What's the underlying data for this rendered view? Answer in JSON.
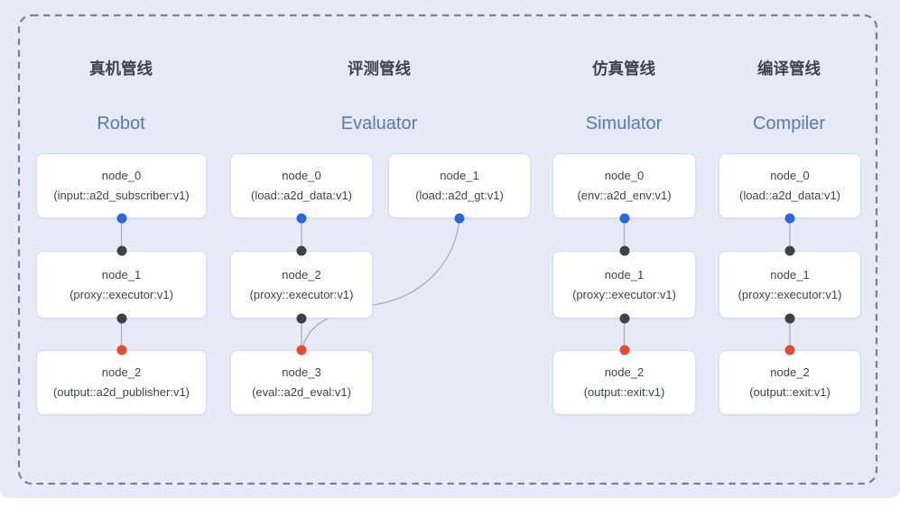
{
  "colors": {
    "background": "#e7ebf8",
    "dashed_border": "#7b8191",
    "title_zh": "#3d4350",
    "title_en": "#5678c3",
    "node_border": "#d8dce6",
    "node_bg": "#ffffff",
    "node_text": "#3e4450",
    "edge": "#a9afbb",
    "port_input": "#2b67e5",
    "port_mid": "#3f4147",
    "port_output": "#e84a2e"
  },
  "pipelines": [
    {
      "title_zh": "真机管线",
      "title_en": "Robot",
      "nodes": [
        {
          "name": "node_0",
          "type": "(input::a2d_subscriber:v1)"
        },
        {
          "name": "node_1",
          "type": "(proxy::executor:v1)"
        },
        {
          "name": "node_2",
          "type": "(output::a2d_publisher:v1)"
        }
      ]
    },
    {
      "title_zh": "评测管线",
      "title_en": "Evaluator",
      "nodes": [
        {
          "name": "node_0",
          "type": "(load::a2d_data:v1)"
        },
        {
          "name": "node_1",
          "type": "(load::a2d_gt:v1)"
        },
        {
          "name": "node_2",
          "type": "(proxy::executor:v1)"
        },
        {
          "name": "node_3",
          "type": "(eval::a2d_eval:v1)"
        }
      ]
    },
    {
      "title_zh": "仿真管线",
      "title_en": "Simulator",
      "nodes": [
        {
          "name": "node_0",
          "type": "(env::a2d_env:v1)"
        },
        {
          "name": "node_1",
          "type": "(proxy::executor:v1)"
        },
        {
          "name": "node_2",
          "type": "(output::exit:v1)"
        }
      ]
    },
    {
      "title_zh": "编译管线",
      "title_en": "Compiler",
      "nodes": [
        {
          "name": "node_0",
          "type": "(load::a2d_data:v1)"
        },
        {
          "name": "node_1",
          "type": "(proxy::executor:v1)"
        },
        {
          "name": "node_2",
          "type": "(output::exit:v1)"
        }
      ]
    }
  ]
}
